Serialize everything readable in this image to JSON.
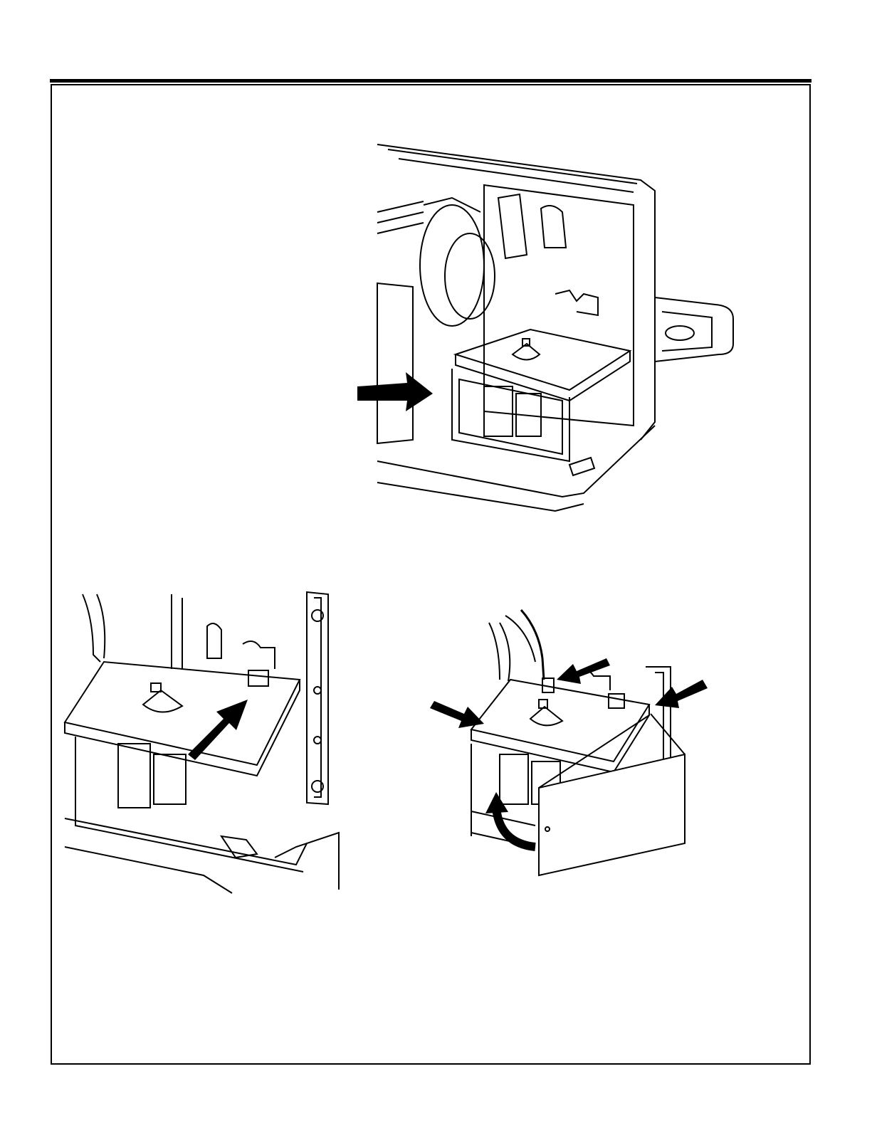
{
  "page": {
    "footer_text": ""
  },
  "figures": [
    {
      "name": "figure-ice-maker-assembly-overview",
      "arrows": 1
    },
    {
      "name": "figure-shelf-slide-out",
      "arrows": 1
    },
    {
      "name": "figure-cover-removal",
      "arrows": 4
    }
  ],
  "colors": {
    "line": "#000000",
    "paper": "#ffffff"
  }
}
